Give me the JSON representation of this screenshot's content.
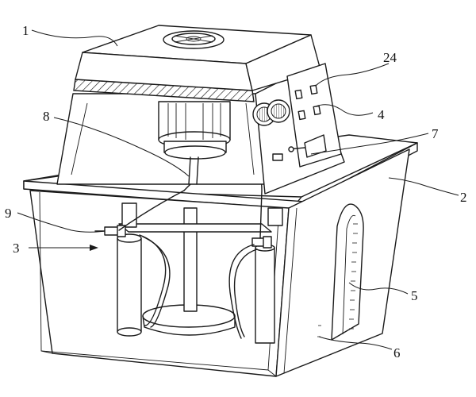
{
  "callouts": [
    {
      "id": "c1",
      "text": "1"
    },
    {
      "id": "c24",
      "text": "24"
    },
    {
      "id": "c8",
      "text": "8"
    },
    {
      "id": "c4",
      "text": "4"
    },
    {
      "id": "c7",
      "text": "7"
    },
    {
      "id": "c2",
      "text": "2"
    },
    {
      "id": "c9",
      "text": "9"
    },
    {
      "id": "c3",
      "text": "3"
    },
    {
      "id": "c5",
      "text": "5"
    },
    {
      "id": "c6",
      "text": "6"
    }
  ]
}
